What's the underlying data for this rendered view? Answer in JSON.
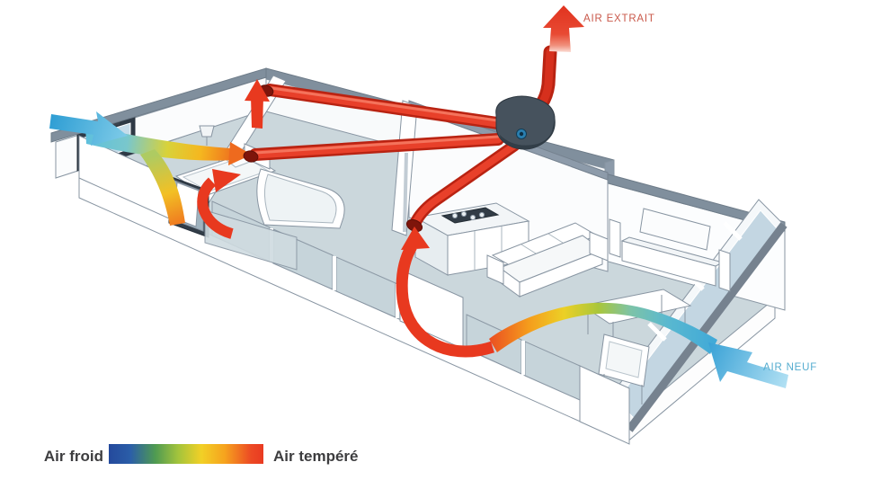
{
  "diagram": {
    "labels": {
      "extract_air": "AIR EXTRAIT",
      "fresh_air": "AIR NEUF"
    },
    "legend": {
      "cold": "Air froid",
      "warm": "Air tempéré"
    },
    "colors": {
      "duct_red": "#d6301d",
      "arrow_red": "#e8391f",
      "extract_label": "#c9584a",
      "fresh_label": "#54accf",
      "fresh_arrow_blue": "#3aa2d6",
      "floor": "#cbd7dc",
      "wall_edge": "#76828f",
      "legend_text": "#3d3d3f",
      "legend_gradient_start": "#24499c",
      "legend_gradient_end": "#e93a22"
    }
  }
}
